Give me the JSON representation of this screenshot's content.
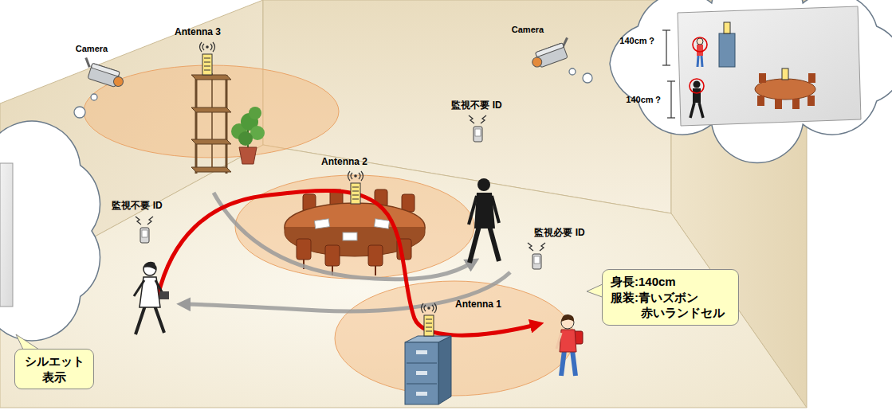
{
  "diagram": {
    "nodes": [
      {
        "text": [
          "身長:140cm",
          "服装:青いズボン 赤いランドセル"
        ]
      },
      {
        "text": [
          "シルエット 表示"
        ]
      }
    ],
    "labels": [
      "Camera",
      "Camera",
      "Antenna 3",
      "Antenna 2",
      "Antenna 1",
      "監視不要 ID",
      "監視不要 ID",
      "監視必要 ID",
      "140cm？",
      "140cm？"
    ]
  }
}
